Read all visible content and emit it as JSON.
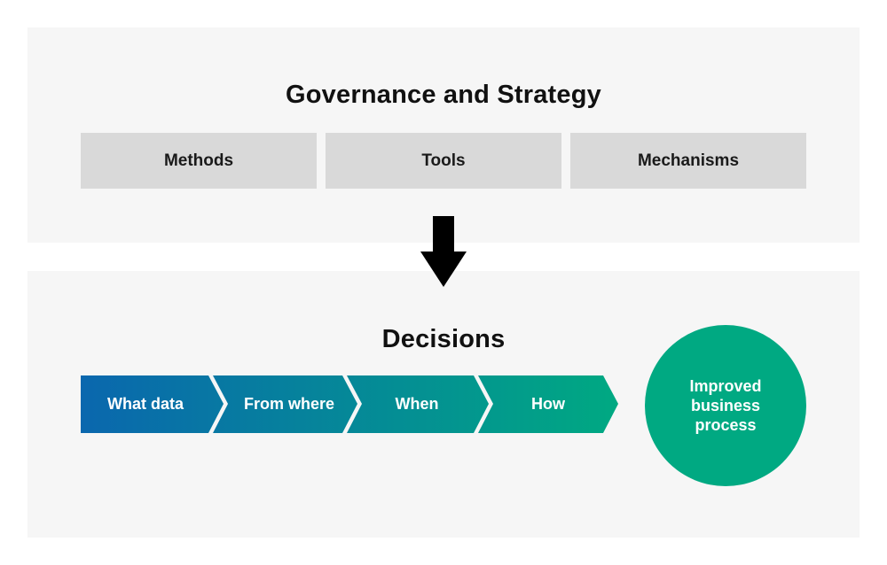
{
  "top_section": {
    "title": "Governance and Strategy",
    "boxes": [
      "Methods",
      "Tools",
      "Mechanisms"
    ]
  },
  "bottom_section": {
    "title": "Decisions",
    "steps": [
      "What data",
      "From where",
      "When",
      "How"
    ],
    "outcome": "Improved business process"
  },
  "colors": {
    "panel_bg": "#f6f6f6",
    "box_bg": "#d9d9d9",
    "arrow": "#000000",
    "gradient_start": "#0a67ae",
    "gradient_end": "#00a982",
    "outcome_circle": "#00a982"
  },
  "icons": {
    "down_arrow": "down-arrow-icon"
  }
}
